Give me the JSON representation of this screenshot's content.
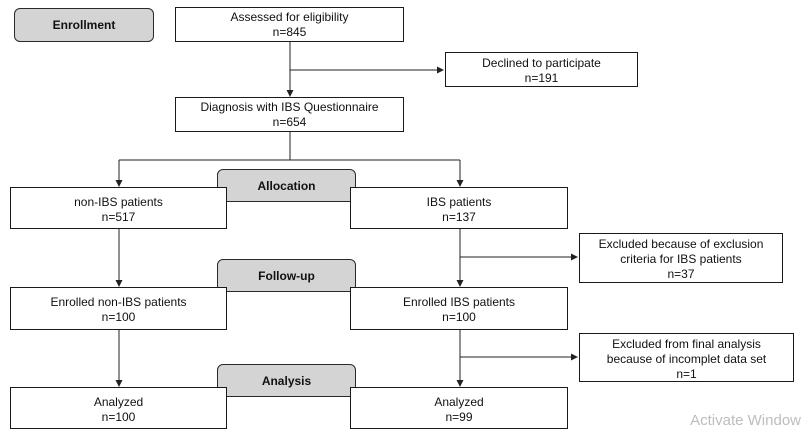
{
  "stages": {
    "enrollment": "Enrollment",
    "allocation": "Allocation",
    "followup": "Follow-up",
    "analysis": "Analysis"
  },
  "boxes": {
    "assessed": {
      "line1": "Assessed for eligibility",
      "line2": "n=845"
    },
    "declined": {
      "line1": "Declined to participate",
      "line2": "n=191"
    },
    "diagnosis": {
      "line1": "Diagnosis with IBS Questionnaire",
      "line2": "n=654"
    },
    "non_ibs": {
      "line1": "non-IBS patients",
      "line2": "n=517"
    },
    "ibs": {
      "line1": "IBS patients",
      "line2": "n=137"
    },
    "excluded_criteria": {
      "line1": "Excluded because of exclusion",
      "line2": "criteria for IBS patients",
      "line3": "n=37"
    },
    "enrolled_non_ibs": {
      "line1": "Enrolled non-IBS patients",
      "line2": "n=100"
    },
    "enrolled_ibs": {
      "line1": "Enrolled IBS patients",
      "line2": "n=100"
    },
    "excluded_incomplete": {
      "line1": "Excluded from final analysis",
      "line2": "because of incomplet data set",
      "line3": "n=1"
    },
    "analyzed_non_ibs": {
      "line1": "Analyzed",
      "line2": "n=100"
    },
    "analyzed_ibs": {
      "line1": "Analyzed",
      "line2": "n=99"
    }
  },
  "watermark": "Activate Window"
}
